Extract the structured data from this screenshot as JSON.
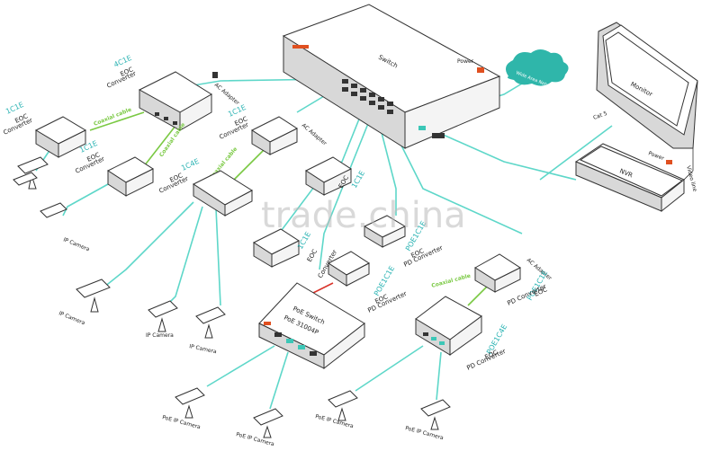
{
  "labels": {
    "switch": "Switch",
    "power_switch": "Power",
    "wan": "Wide Area Network",
    "monitor": "Monitor",
    "nvr": "NVR",
    "power_nvr": "Power",
    "video_line": "Video line",
    "cat5": "Cat 5",
    "ac_adapter": "AC Adapter",
    "coaxial_cable": "Coaxial cable",
    "eoc": "EOC",
    "converter": "Converter",
    "pd_converter": "PD Converter",
    "ip_camera": "IP Camera",
    "poe_ip_camera": "PoE IP Camera",
    "poe_switch_line1": "PoE Switch",
    "poe_switch_line2": "PoE 31004P",
    "watermark": "trade.china"
  },
  "models": {
    "m_4c1e": "4C1E",
    "m_1c1e": "1C1E",
    "m_1c4e": "1C4E",
    "m_poe1c1e": "POE1C1E",
    "m_poe1c4e": "POE1C4E"
  },
  "colors": {
    "ethernet": "#5ed7c9",
    "coaxial": "#7ac943",
    "power": "#d9342b",
    "model_label": "#2ab3b3"
  }
}
